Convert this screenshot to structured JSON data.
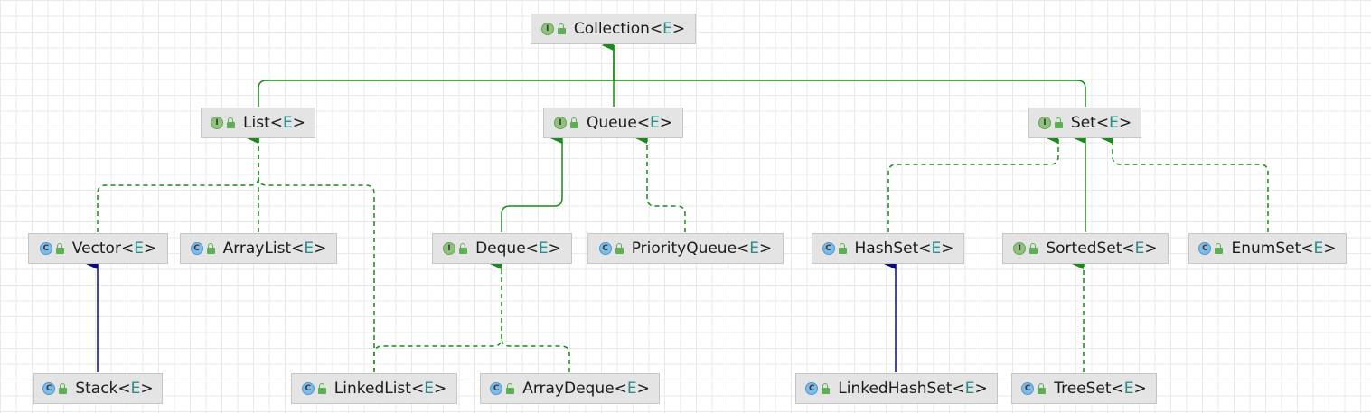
{
  "nodes": {
    "collection": {
      "kind": "I",
      "name": "Collection",
      "lt": "<",
      "param": "E",
      "gt": ">"
    },
    "list": {
      "kind": "I",
      "name": "List",
      "lt": "<",
      "param": "E",
      "gt": ">"
    },
    "queue": {
      "kind": "I",
      "name": "Queue",
      "lt": "<",
      "param": "E",
      "gt": ">"
    },
    "set": {
      "kind": "I",
      "name": "Set",
      "lt": "<",
      "param": "E",
      "gt": ">"
    },
    "vector": {
      "kind": "C",
      "name": "Vector",
      "lt": "<",
      "param": "E",
      "gt": ">"
    },
    "arraylist": {
      "kind": "C",
      "name": "ArrayList",
      "lt": "<",
      "param": "E",
      "gt": ">"
    },
    "deque": {
      "kind": "I",
      "name": "Deque",
      "lt": "<",
      "param": "E",
      "gt": ">"
    },
    "priorityqueue": {
      "kind": "C",
      "name": "PriorityQueue",
      "lt": "<",
      "param": "E",
      "gt": ">"
    },
    "hashset": {
      "kind": "C",
      "name": "HashSet",
      "lt": "<",
      "param": "E",
      "gt": ">"
    },
    "sortedset": {
      "kind": "I",
      "name": "SortedSet",
      "lt": "<",
      "param": "E",
      "gt": ">"
    },
    "enumset": {
      "kind": "C",
      "name": "EnumSet",
      "lt": "<",
      "param": "E",
      "gt": ">"
    },
    "stack": {
      "kind": "C",
      "name": "Stack",
      "lt": "<",
      "param": "E",
      "gt": ">"
    },
    "linkedlist": {
      "kind": "C",
      "name": "LinkedList",
      "lt": "<",
      "param": "E",
      "gt": ">"
    },
    "arraydeque": {
      "kind": "C",
      "name": "ArrayDeque",
      "lt": "<",
      "param": "E",
      "gt": ">"
    },
    "linkedhashset": {
      "kind": "C",
      "name": "LinkedHashSet",
      "lt": "<",
      "param": "E",
      "gt": ">"
    },
    "treeset": {
      "kind": "C",
      "name": "TreeSet",
      "lt": "<",
      "param": "E",
      "gt": ">"
    }
  },
  "edges": [
    {
      "from": "list",
      "to": "collection",
      "type": "interface-extends"
    },
    {
      "from": "queue",
      "to": "collection",
      "type": "interface-extends"
    },
    {
      "from": "set",
      "to": "collection",
      "type": "interface-extends"
    },
    {
      "from": "vector",
      "to": "list",
      "type": "implements"
    },
    {
      "from": "arraylist",
      "to": "list",
      "type": "implements"
    },
    {
      "from": "linkedlist",
      "to": "list",
      "type": "implements"
    },
    {
      "from": "deque",
      "to": "queue",
      "type": "interface-extends"
    },
    {
      "from": "priorityqueue",
      "to": "queue",
      "type": "implements"
    },
    {
      "from": "linkedlist",
      "to": "deque",
      "type": "implements"
    },
    {
      "from": "arraydeque",
      "to": "deque",
      "type": "implements"
    },
    {
      "from": "hashset",
      "to": "set",
      "type": "implements"
    },
    {
      "from": "sortedset",
      "to": "set",
      "type": "interface-extends"
    },
    {
      "from": "enumset",
      "to": "set",
      "type": "implements"
    },
    {
      "from": "stack",
      "to": "vector",
      "type": "class-extends"
    },
    {
      "from": "linkedhashset",
      "to": "hashset",
      "type": "class-extends"
    },
    {
      "from": "treeset",
      "to": "sortedset",
      "type": "implements"
    }
  ],
  "colors": {
    "interface_extends": "#1a8a1a",
    "implements": "#1a8a1a",
    "class_extends": "#0a0a7a",
    "generic_param": "#2a8b8b"
  }
}
